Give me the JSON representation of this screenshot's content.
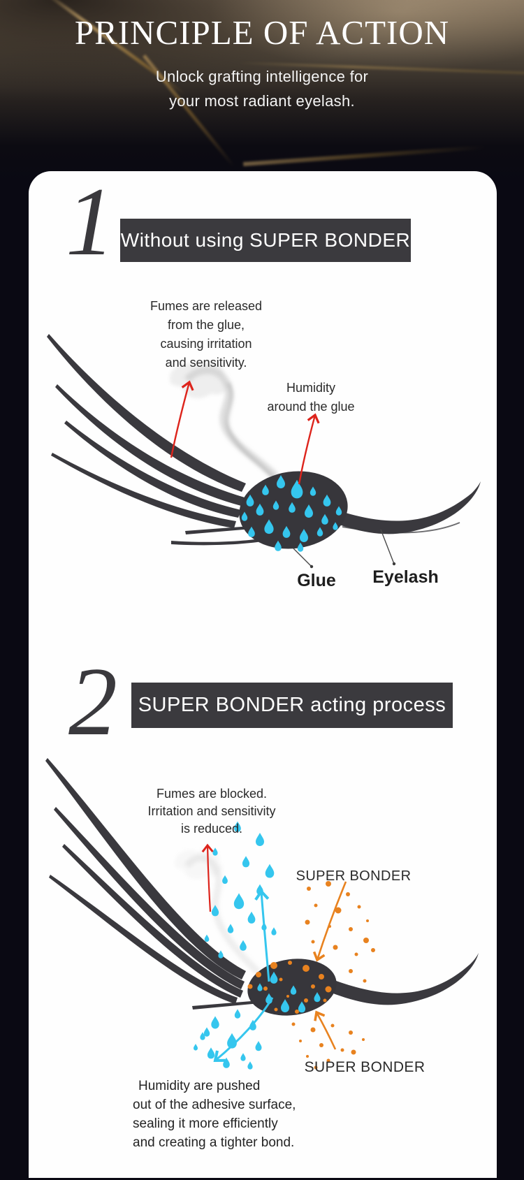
{
  "header": {
    "title": "PRINCIPLE OF ACTION",
    "subtitle": [
      "Unlock grafting intelligence for",
      "your most radiant eyelash."
    ]
  },
  "steps": [
    {
      "number": "1",
      "banner": "Without using SUPER BONDER",
      "annotations": {
        "fumes": [
          "Fumes are released",
          "from the glue,",
          "causing irritation",
          "and sensitivity."
        ],
        "humidity": [
          "Humidity",
          "around the glue"
        ],
        "glue_label": "Glue",
        "eyelash_label": "Eyelash"
      }
    },
    {
      "number": "2",
      "banner": "SUPER BONDER acting process",
      "annotations": {
        "fumes": [
          "Fumes are blocked.",
          "Irritation and sensitivity",
          "is reduced."
        ],
        "super_bonder_top": "SUPER BONDER",
        "super_bonder_bottom": "SUPER BONDER",
        "humidity": [
          "Humidity are pushed",
          "out of the adhesive surface,",
          "sealing it more efficiently",
          "and creating a tighter bond."
        ]
      }
    }
  ],
  "colors": {
    "page_background": "#0a0913",
    "card_background": "#fefefe",
    "banner_background": "#3b3a3e",
    "illustration_charcoal": "#38373c",
    "droplet_cyan": "#35c6ee",
    "bonder_orange": "#e8821f",
    "arrow_red": "#dd241c",
    "title_text": "#ffffff"
  }
}
